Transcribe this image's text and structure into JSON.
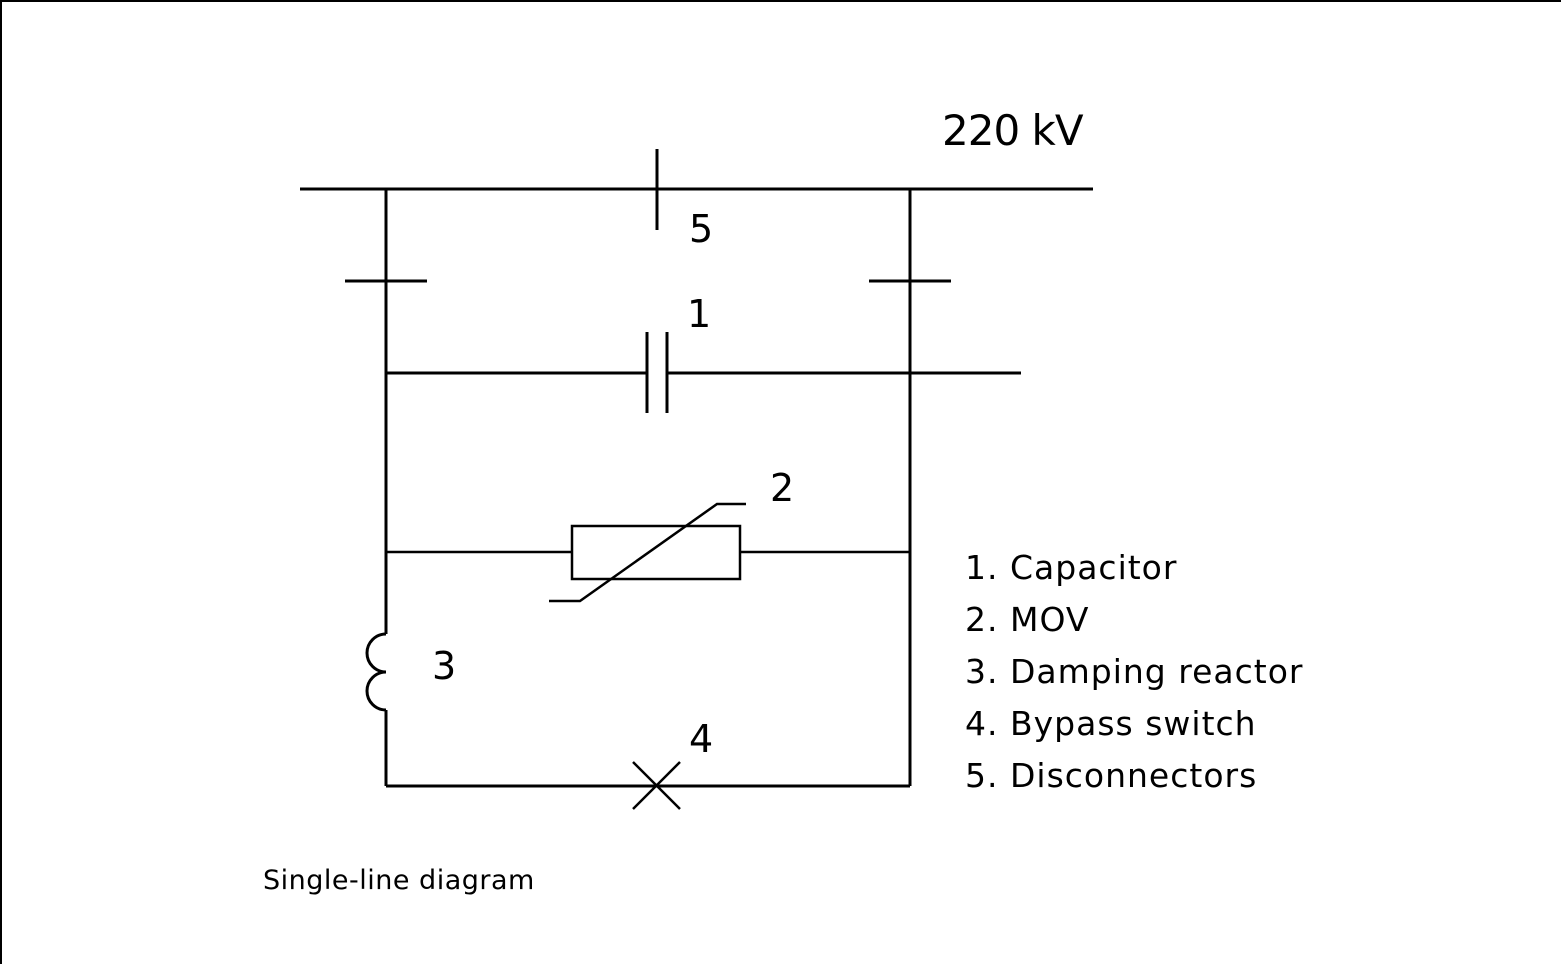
{
  "diagram": {
    "title": "Single-line diagram",
    "bus_voltage": "220 kV",
    "component_labels": {
      "capacitor": "1",
      "mov": "2",
      "damping_reactor": "3",
      "bypass_switch": "4",
      "disconnector": "5"
    },
    "legend": [
      {
        "number": "1.",
        "label": "Capacitor"
      },
      {
        "number": "2.",
        "label": "MOV"
      },
      {
        "number": "3.",
        "label": "Damping reactor"
      },
      {
        "number": "4.",
        "label": "Bypass switch"
      },
      {
        "number": "5.",
        "label": "Disconnectors"
      }
    ],
    "colors": {
      "line": "#000000",
      "background": "#ffffff"
    }
  }
}
